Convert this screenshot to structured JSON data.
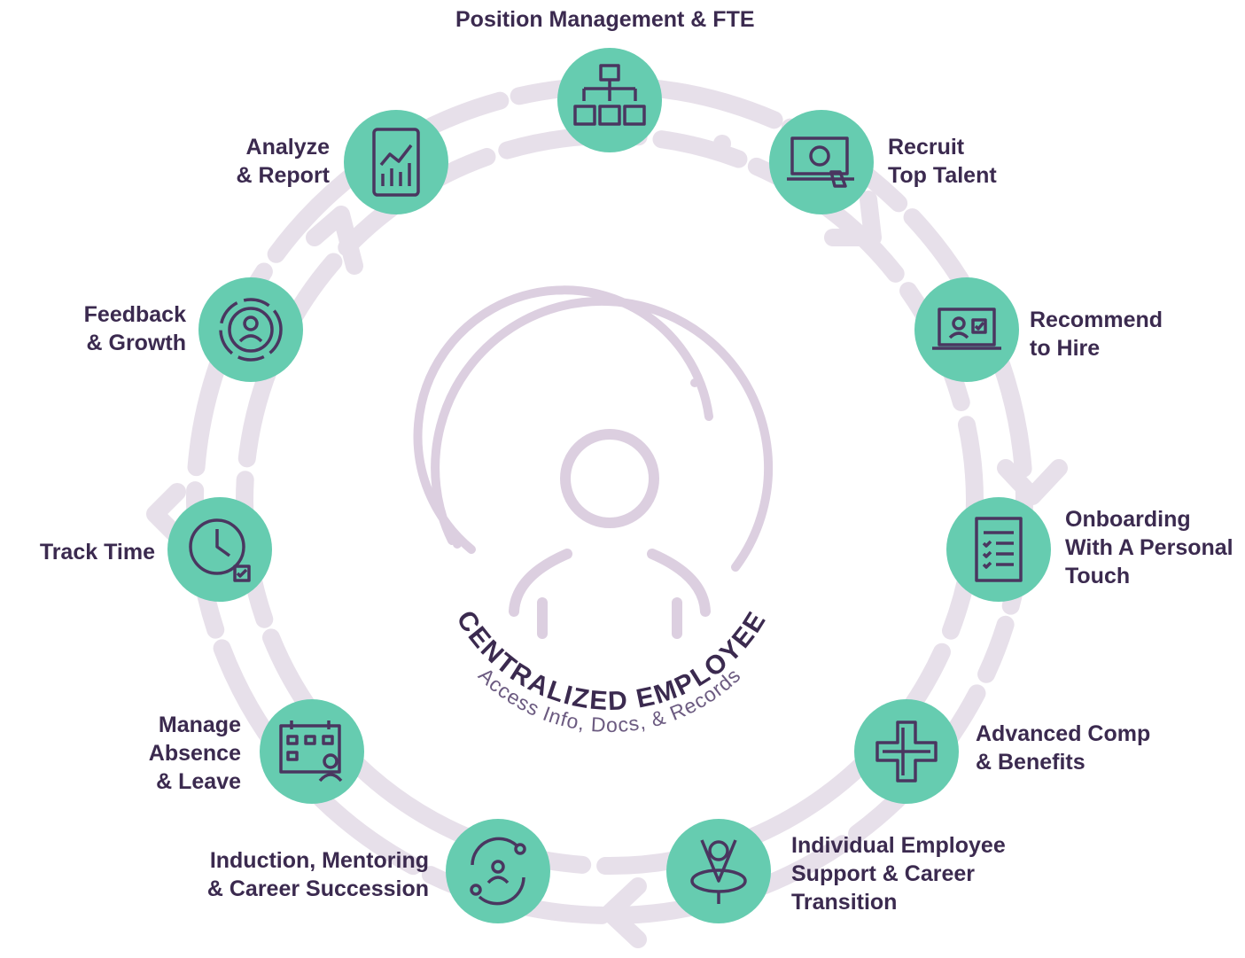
{
  "colors": {
    "teal": "#66CCB0",
    "ring": "#E7E0EA",
    "icon": "#4A3660",
    "text": "#3B2A4F",
    "center": "#DCCFE0"
  },
  "center": {
    "title": "CENTRALIZED EMPLOYEE",
    "subtitle": "Access Info, Docs, & Records",
    "icon": "person-icon"
  },
  "steps": [
    {
      "icon": "org-chart-icon",
      "lines": [
        "Position Management & FTE"
      ]
    },
    {
      "icon": "laptop-search-icon",
      "lines": [
        "Recruit",
        "Top Talent"
      ]
    },
    {
      "icon": "laptop-check-icon",
      "lines": [
        "Recommend",
        "to Hire"
      ]
    },
    {
      "icon": "checklist-icon",
      "lines": [
        "Onboarding",
        "With A Personal",
        "Touch"
      ]
    },
    {
      "icon": "medical-cross-icon",
      "lines": [
        "Advanced Comp",
        "& Benefits"
      ]
    },
    {
      "icon": "support-hands-icon",
      "lines": [
        "Individual Employee",
        "Support & Career",
        "Transition"
      ]
    },
    {
      "icon": "mentoring-cycle-icon",
      "lines": [
        "Induction, Mentoring",
        "& Career Succession"
      ]
    },
    {
      "icon": "calendar-person-icon",
      "lines": [
        "Manage",
        "Absence",
        "& Leave"
      ]
    },
    {
      "icon": "clock-check-icon",
      "lines": [
        "Track Time"
      ]
    },
    {
      "icon": "growth-cycle-icon",
      "lines": [
        "Feedback",
        "& Growth"
      ]
    },
    {
      "icon": "tablet-chart-icon",
      "lines": [
        "Analyze",
        "& Report"
      ]
    }
  ]
}
